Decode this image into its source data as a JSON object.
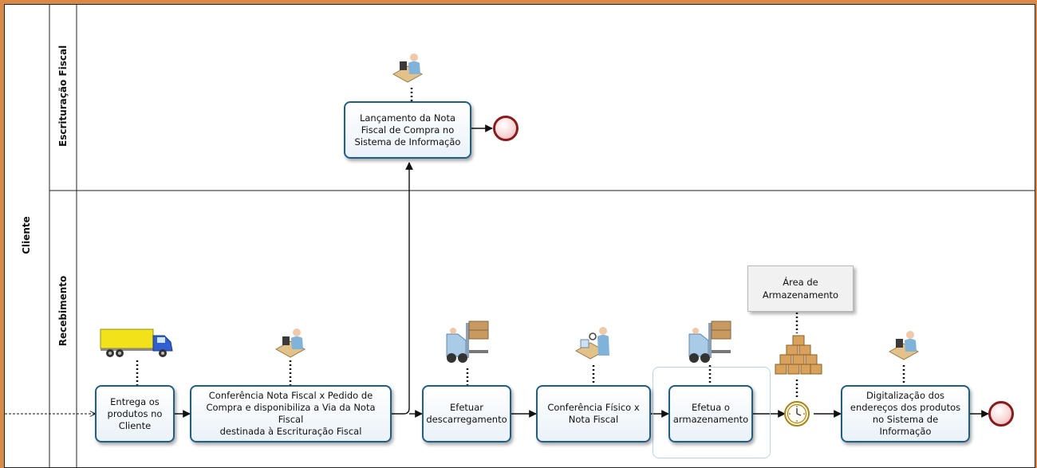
{
  "pool": {
    "label": "Cliente"
  },
  "lanes": [
    {
      "label": "Escrituração Fiscal"
    },
    {
      "label": "Recebimento"
    }
  ],
  "tasks": {
    "lancamento": {
      "lines": [
        "Lançamento da Nota",
        "Fiscal de Compra no",
        "Sistema de Informação"
      ]
    },
    "entrega": {
      "lines": [
        "Entrega os",
        "produtos no",
        "Cliente"
      ]
    },
    "conferencia_nf": {
      "lines": [
        "Conferência Nota Fiscal x Pedido de",
        "Compra e disponibiliza a Via da Nota Fiscal",
        "destinada à Escrituração Fiscal"
      ]
    },
    "descarregamento": {
      "lines": [
        "Efetuar",
        "descarregamento"
      ]
    },
    "conferencia_fisico": {
      "lines": [
        "Conferência Físico x",
        "Nota Fiscal"
      ]
    },
    "armazenamento": {
      "lines": [
        "Efetua o",
        "armazenamento"
      ]
    },
    "digitalizacao": {
      "lines": [
        "Digitalização dos",
        "endereços dos produtos",
        "no Sistema de Informação"
      ]
    }
  },
  "annotation": {
    "lines": [
      "Área de",
      "Armazenamento"
    ]
  },
  "icons": [
    "truck-icon",
    "person-at-desk-icon",
    "forklift-icon",
    "person-inspecting-icon",
    "boxes-data-store-icon",
    "timer-event-icon",
    "end-event-icon"
  ],
  "colors": {
    "task_border": "#1d5f8a",
    "end_event": "#8c1a1a",
    "timer": "#c9a227",
    "background_frame": "#d98a47"
  }
}
